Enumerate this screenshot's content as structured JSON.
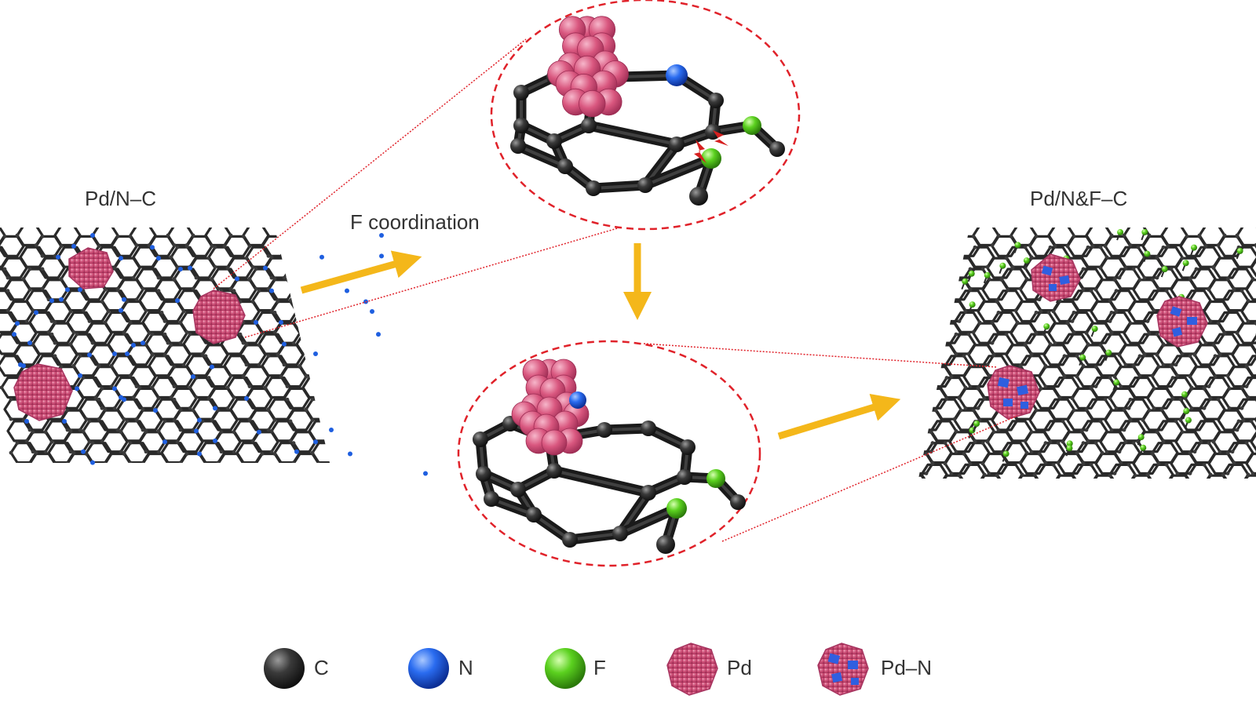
{
  "labels": {
    "left_panel": "Pd/N–C",
    "right_panel": "Pd/N&F–C",
    "step": "F coordination"
  },
  "legend": [
    {
      "icon": "carbon-atom-icon",
      "label": "C"
    },
    {
      "icon": "nitrogen-atom-icon",
      "label": "N"
    },
    {
      "icon": "fluorine-atom-icon",
      "label": "F"
    },
    {
      "icon": "pd-particle-icon",
      "label": "Pd"
    },
    {
      "icon": "pd-n-particle-icon",
      "label": "Pd–N"
    }
  ],
  "colors": {
    "carbon": "#2b2b2b",
    "nitrogen": "#1f5fe0",
    "fluorine": "#4fc91a",
    "palladium": "#d9577f",
    "arrow": "#f4b71a",
    "zoom": "#e0222a"
  }
}
